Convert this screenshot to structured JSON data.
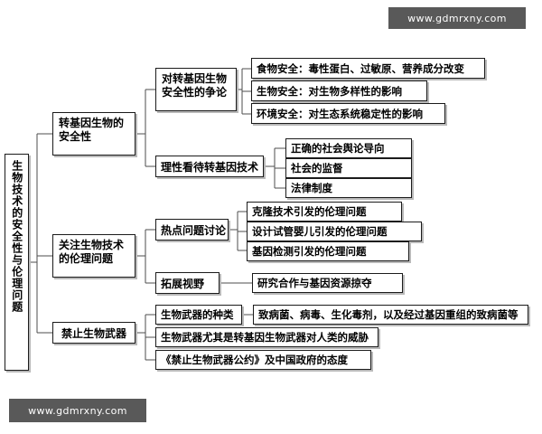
{
  "watermarks": {
    "top": "www.gdmrxny.com",
    "bottom": "www.gdmrxny.com"
  },
  "diagram": {
    "type": "mind-map",
    "root": {
      "label": "生物技术的安全性与伦理问题"
    },
    "branches": [
      {
        "label": "转基因生物的安全性",
        "children": [
          {
            "label": "对转基因生物安全性的争论",
            "children": [
              {
                "label": "食物安全：毒性蛋白、过敏原、营养成分改变"
              },
              {
                "label": "生物安全：对生物多样性的影响"
              },
              {
                "label": "环境安全：对生态系统稳定性的影响"
              }
            ]
          },
          {
            "label": "理性看待转基因技术",
            "children": [
              {
                "label": "正确的社会舆论导向"
              },
              {
                "label": "社会的监督"
              },
              {
                "label": "法律制度"
              }
            ]
          }
        ]
      },
      {
        "label": "关注生物技术的伦理问题",
        "children": [
          {
            "label": "热点问题讨论",
            "children": [
              {
                "label": "克隆技术引发的伦理问题"
              },
              {
                "label": "设计试管婴儿引发的伦理问题"
              },
              {
                "label": "基因检测引发的伦理问题"
              }
            ]
          },
          {
            "label": "拓展视野",
            "children": [
              {
                "label": "研究合作与基因资源掠夺"
              }
            ]
          }
        ]
      },
      {
        "label": "禁止生物武器",
        "children": [
          {
            "label": "生物武器的种类",
            "children": [
              {
                "label": "致病菌、病毒、生化毒剂，以及经过基因重组的致病菌等"
              }
            ]
          },
          {
            "label": "生物武器尤其是转基因生物武器对人类的威胁"
          },
          {
            "label": "《禁止生物武器公约》及中国政府的态度"
          }
        ]
      }
    ]
  },
  "colors": {
    "line": "#4d4d4d",
    "border": "#1b1b1b",
    "shadow": "#b9b9b9",
    "watermark_bg": "#595959",
    "background": "#ffffff"
  }
}
